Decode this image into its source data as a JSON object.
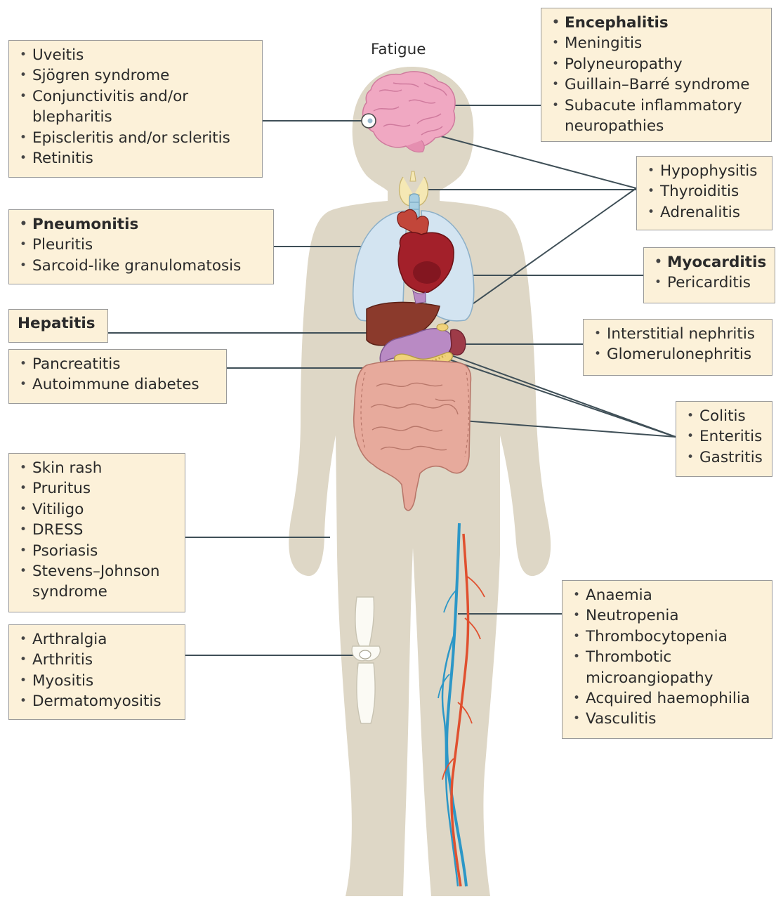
{
  "top_label": "Fatigue",
  "boxes": {
    "eye": {
      "items": [
        {
          "text": "Uveitis"
        },
        {
          "text": "Sjögren syndrome"
        },
        {
          "text": "Conjunctivitis and/or",
          "cont": "blepharitis"
        },
        {
          "text": "Episcleritis and/or scleritis"
        },
        {
          "text": "Retinitis"
        }
      ]
    },
    "neuro": {
      "items": [
        {
          "text": "Encephalitis",
          "bold": true
        },
        {
          "text": "Meningitis"
        },
        {
          "text": "Polyneuropathy"
        },
        {
          "text": "Guillain–Barré syndrome"
        },
        {
          "text": "Subacute inflammatory",
          "cont": "neuropathies"
        }
      ]
    },
    "endocrine": {
      "items": [
        {
          "text": "Hypophysitis"
        },
        {
          "text": "Thyroiditis"
        },
        {
          "text": "Adrenalitis"
        }
      ]
    },
    "lung": {
      "items": [
        {
          "text": "Pneumonitis",
          "bold": true
        },
        {
          "text": "Pleuritis"
        },
        {
          "text": "Sarcoid-like granulomatosis"
        }
      ]
    },
    "heart": {
      "items": [
        {
          "text": "Myocarditis",
          "bold": true
        },
        {
          "text": "Pericarditis"
        }
      ]
    },
    "liver": {
      "label": "Hepatitis"
    },
    "kidney": {
      "items": [
        {
          "text": "Interstitial nephritis"
        },
        {
          "text": "Glomerulonephritis"
        }
      ]
    },
    "pancreas": {
      "items": [
        {
          "text": "Pancreatitis"
        },
        {
          "text": "Autoimmune diabetes"
        }
      ]
    },
    "gut": {
      "items": [
        {
          "text": "Colitis"
        },
        {
          "text": "Enteritis"
        },
        {
          "text": "Gastritis"
        }
      ]
    },
    "skin": {
      "items": [
        {
          "text": "Skin rash"
        },
        {
          "text": "Pruritus"
        },
        {
          "text": "Vitiligo"
        },
        {
          "text": "DRESS"
        },
        {
          "text": "Psoriasis"
        },
        {
          "text": "Stevens–Johnson",
          "cont": "syndrome"
        }
      ]
    },
    "joint": {
      "items": [
        {
          "text": "Arthralgia"
        },
        {
          "text": "Arthritis"
        },
        {
          "text": "Myositis"
        },
        {
          "text": "Dermatomyositis"
        }
      ]
    },
    "blood": {
      "items": [
        {
          "text": "Anaemia"
        },
        {
          "text": "Neutropenia"
        },
        {
          "text": "Thrombocytopenia"
        },
        {
          "text": "Thrombotic",
          "cont": "microangiopathy"
        },
        {
          "text": "Acquired haemophilia"
        },
        {
          "text": "Vasculitis"
        }
      ]
    }
  },
  "colors": {
    "body": "#ded7c6",
    "box_fill": "#fcf1d9",
    "box_border": "#9a9a9a",
    "leader": "#3f4f57",
    "brain": "#f0a8c2",
    "lung": "#d3e4f1",
    "heart": "#a3202a",
    "liver": "#8b3a2c",
    "stomach": "#b98ac4",
    "intestine": "#e7aa9c",
    "thyroid": "#f5e8b4",
    "pancreas": "#f0d27a",
    "artery": "#e0502f",
    "vein": "#2c97c7",
    "bone": "#fbfaf4"
  },
  "icons": [
    "brain-icon",
    "eye-icon",
    "thyroid-icon",
    "trachea-icon",
    "lungs-icon",
    "heart-icon",
    "liver-icon",
    "stomach-icon",
    "kidney-icon",
    "pancreas-icon",
    "intestines-icon",
    "knee-joint-icon",
    "blood-vessels-icon"
  ]
}
